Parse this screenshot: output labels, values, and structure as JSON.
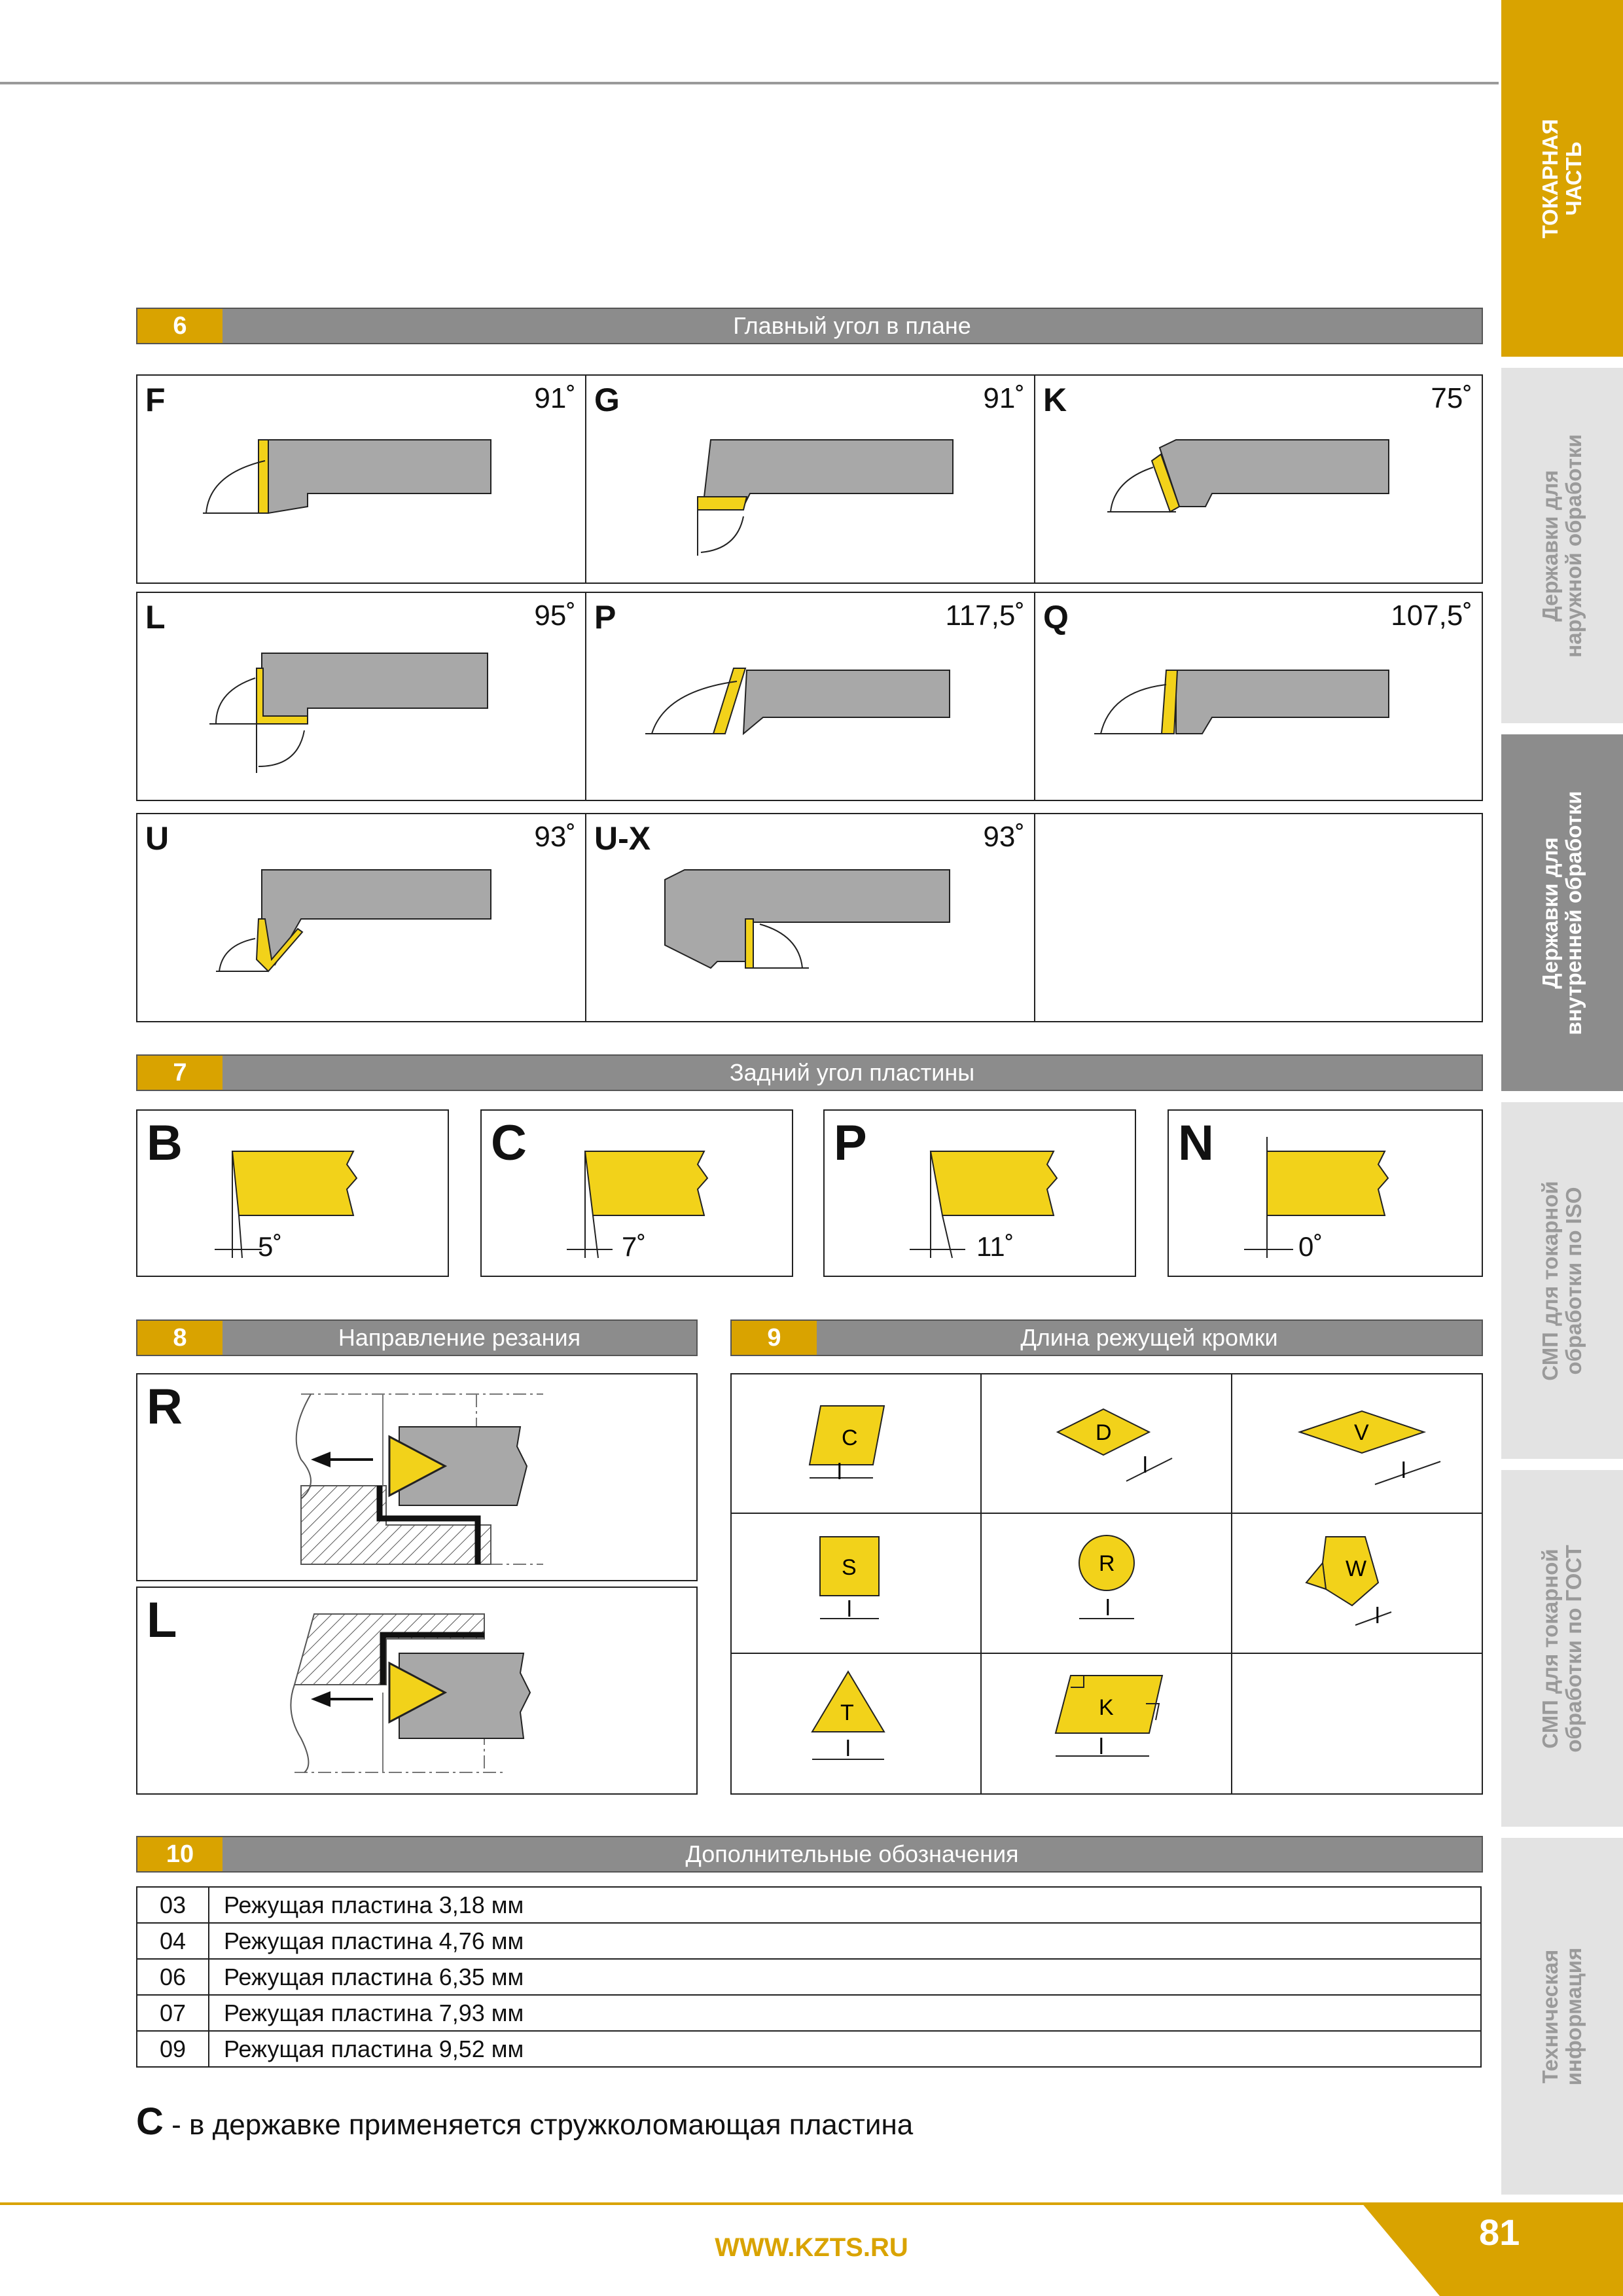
{
  "side_tabs": [
    "ТОКАРНАЯ\nЧАСТЬ",
    "Державки для\nнаружной обработки",
    "Державки для\nвнутренней обработки",
    "СМП для токарной\nобработки по ISO",
    "СМП для токарной\nобработки по ГОСТ",
    "Техническая\nинформация"
  ],
  "section6": {
    "num": "6",
    "title": "Главный угол в плане",
    "cells": [
      {
        "letter": "F",
        "angle": "91˚"
      },
      {
        "letter": "G",
        "angle": "91˚"
      },
      {
        "letter": "K",
        "angle": "75˚"
      },
      {
        "letter": "L",
        "angle": "95˚"
      },
      {
        "letter": "P",
        "angle": "117,5˚"
      },
      {
        "letter": "Q",
        "angle": "107,5˚"
      },
      {
        "letter": "U",
        "angle": "93˚"
      },
      {
        "letter": "U-X",
        "angle": "93˚"
      }
    ]
  },
  "section7": {
    "num": "7",
    "title": "Задний угол пластины",
    "cells": [
      {
        "letter": "B",
        "angle": "5˚"
      },
      {
        "letter": "C",
        "angle": "7˚"
      },
      {
        "letter": "P",
        "angle": "11˚"
      },
      {
        "letter": "N",
        "angle": "0˚"
      }
    ]
  },
  "section8": {
    "num": "8",
    "title": "Направление резания",
    "cells": [
      {
        "letter": "R"
      },
      {
        "letter": "L"
      }
    ]
  },
  "section9": {
    "num": "9",
    "title": "Длина режущей кромки",
    "shapes": [
      "C",
      "D",
      "V",
      "S",
      "R",
      "W",
      "T",
      "K"
    ],
    "dim_label": "l"
  },
  "section10": {
    "num": "10",
    "title": "Дополнительные обозначения",
    "rows": [
      {
        "code": "03",
        "text": "Режущая пластина 3,18 мм"
      },
      {
        "code": "04",
        "text": "Режущая пластина 4,76 мм"
      },
      {
        "code": "06",
        "text": "Режущая пластина 6,35 мм"
      },
      {
        "code": "07",
        "text": "Режущая пластина 7,93 мм"
      },
      {
        "code": "09",
        "text": "Режущая пластина 9,52 мм"
      }
    ]
  },
  "note": {
    "letter": "C",
    "text": " - в державке применяется стружколомающая пластина"
  },
  "footer": {
    "url": "WWW.KZTS.RU",
    "page": "81"
  },
  "colors": {
    "accent": "#d9a300",
    "insert": "#f2d21a",
    "holder": "#a8a8a8",
    "header_gray": "#8c8c8c"
  }
}
